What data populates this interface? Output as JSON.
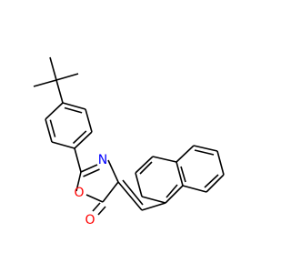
{
  "structure": {
    "atoms": [
      {
        "symbol": "N",
        "color": "#0000ff"
      },
      {
        "symbol": "O",
        "color": "#ff0000"
      },
      {
        "symbol": "O",
        "color": "#ff0000"
      }
    ]
  }
}
